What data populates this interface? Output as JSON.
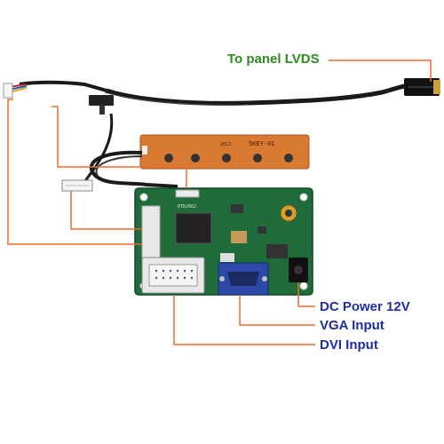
{
  "labels": {
    "panel_lvds": "To panel LVDS",
    "dc_power": "DC Power 12V",
    "vga_input": "VGA Input",
    "dvi_input": "DVI Input"
  },
  "pcb_text": {
    "key_board": "5KEY-01",
    "key_board_year": "2013",
    "chip_model": "RTD2662"
  },
  "colors": {
    "label_green": "#2e8b1e",
    "label_blue": "#1c2ea0",
    "leader_orange": "#ef6b2a",
    "pcb_green": "#1f6b3a",
    "key_board_orange": "#d97a32",
    "cable_black": "#1a1a1a"
  },
  "icons": {
    "lvds_connector": "lvds-connector",
    "dvi_port": "dvi-port",
    "vga_port": "vga-port",
    "dc_jack": "dc-jack"
  }
}
